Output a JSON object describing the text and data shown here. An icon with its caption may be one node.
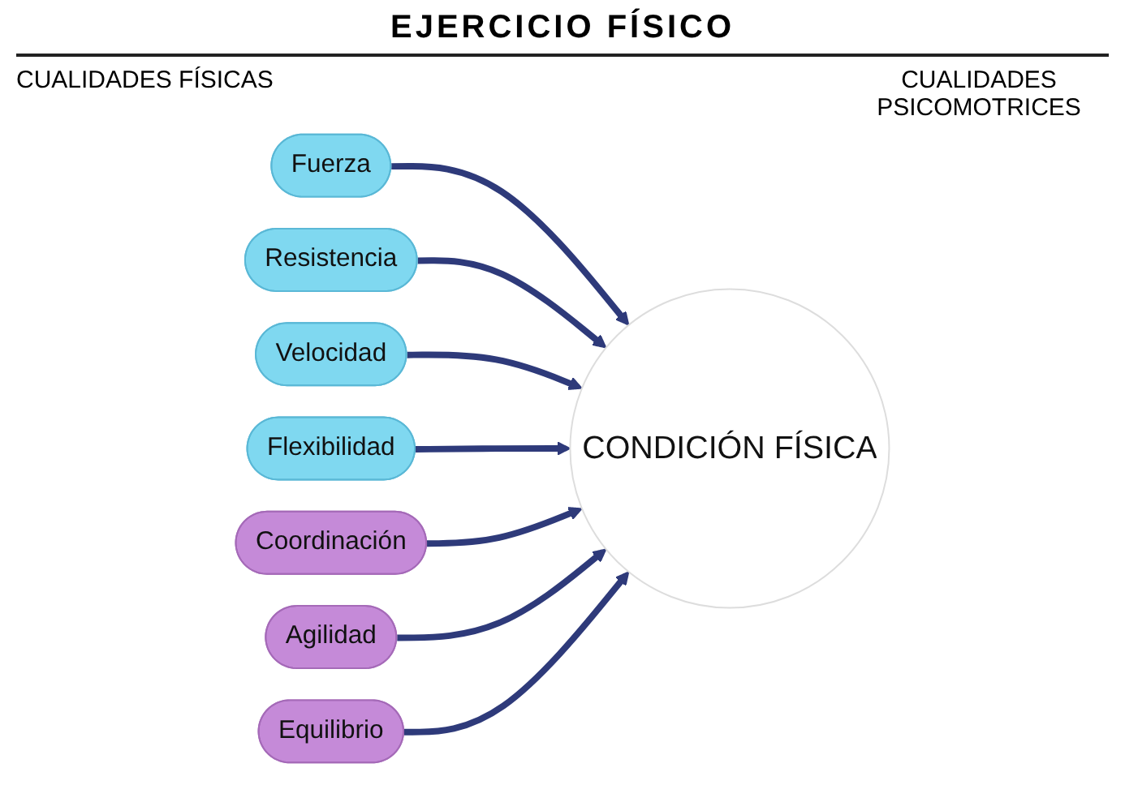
{
  "diagram": {
    "title": "EJERCICIO FÍSICO",
    "nodes": [
      {
        "text": [
          "Fuerza"
        ]
      },
      {
        "text": [
          "Resistencia"
        ]
      },
      {
        "text": [
          "Velocidad"
        ]
      },
      {
        "text": [
          "Flexibilidad"
        ]
      },
      {
        "text": [
          "CONDICIÓN FÍSICA"
        ]
      },
      {
        "text": [
          "Coordinación"
        ]
      },
      {
        "text": [
          "Agilidad"
        ]
      },
      {
        "text": [
          "Equilibrio"
        ]
      }
    ],
    "edges": [
      {
        "from": 0,
        "to": 4,
        "arrow": "to"
      },
      {
        "from": 1,
        "to": 4,
        "arrow": "to"
      },
      {
        "from": 2,
        "to": 4,
        "arrow": "to"
      },
      {
        "from": 3,
        "to": 4,
        "arrow": "to"
      },
      {
        "from": 5,
        "to": 4,
        "arrow": "to"
      },
      {
        "from": 6,
        "to": 4,
        "arrow": "to"
      },
      {
        "from": 7,
        "to": 4,
        "arrow": "to"
      }
    ],
    "labels": [
      "CUALIDADES FÍSICAS",
      "CUALIDADES PSICOMOTRICES"
    ]
  }
}
